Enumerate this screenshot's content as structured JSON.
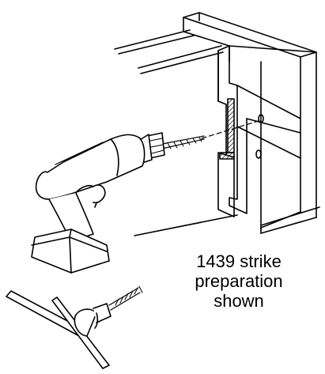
{
  "caption": {
    "line1": "1439 strike",
    "line2": "preparation",
    "line3": "shown"
  },
  "colors": {
    "ink": "#000000",
    "paper": "#ffffff"
  },
  "icons": {
    "drill": "cordless-drill-icon",
    "hole_saw": "hole-saw-tool-icon",
    "door_frame": "door-frame-icon"
  }
}
